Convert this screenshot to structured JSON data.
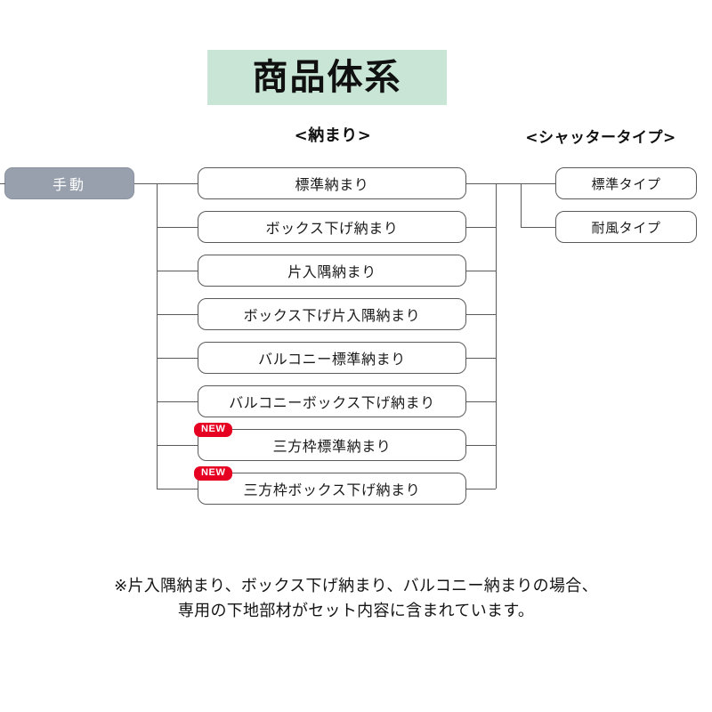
{
  "title": {
    "text": "商品体系",
    "banner_color": "#c9e5d5"
  },
  "headers": {
    "nosumari": "<納まり>",
    "shutter": "<シャッタータイプ>"
  },
  "root": {
    "label": "手動",
    "color": "#97a0ac",
    "text_color": "#ffffff"
  },
  "badges": {
    "new_label": "NEW",
    "new_color": "#e60021"
  },
  "nosumari_items": [
    {
      "label": "標準納まり",
      "badge": ""
    },
    {
      "label": "ボックス下げ納まり",
      "badge": ""
    },
    {
      "label": "片入隅納まり",
      "badge": ""
    },
    {
      "label": "ボックス下げ片入隅納まり",
      "badge": ""
    },
    {
      "label": "バルコニー標準納まり",
      "badge": ""
    },
    {
      "label": "バルコニーボックス下げ納まり",
      "badge": ""
    },
    {
      "label": "三方枠標準納まり",
      "badge": "NEW"
    },
    {
      "label": "三方枠ボックス下げ納まり",
      "badge": "NEW"
    }
  ],
  "shutter_items": [
    {
      "label": "標準タイプ"
    },
    {
      "label": "耐風タイプ"
    }
  ],
  "footnote": {
    "line1": "※片入隅納まり、ボックス下げ納まり、バルコニー納まりの場合、",
    "line2": "専用の下地部材がセット内容に含まれています。"
  }
}
